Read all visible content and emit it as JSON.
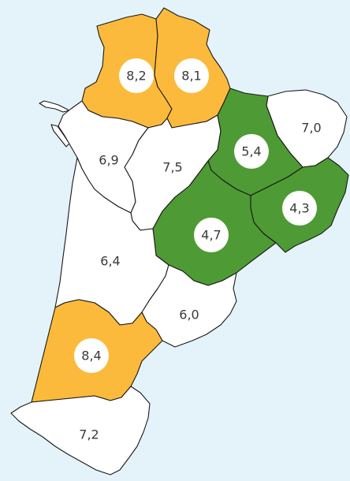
{
  "map": {
    "background": "#e4f3fa",
    "legend_colors": {
      "high": "#fbba3c",
      "low": "#4e9a34",
      "mid": "#ffffff"
    },
    "departments": [
      {
        "key": "vienne",
        "value": "8,2",
        "category": "high"
      },
      {
        "key": "deux-sevres",
        "value": "8,1",
        "category": "high"
      },
      {
        "key": "charente-maritime",
        "value": "6,9",
        "category": "mid"
      },
      {
        "key": "charente",
        "value": "7,5",
        "category": "mid"
      },
      {
        "key": "haute-vienne",
        "value": "5,4",
        "category": "low"
      },
      {
        "key": "creuse",
        "value": "7,0",
        "category": "mid"
      },
      {
        "key": "correze",
        "value": "4,3",
        "category": "low"
      },
      {
        "key": "dordogne",
        "value": "4,7",
        "category": "low"
      },
      {
        "key": "gironde",
        "value": "6,4",
        "category": "mid"
      },
      {
        "key": "lot-et-garonne",
        "value": "6,0",
        "category": "mid"
      },
      {
        "key": "landes",
        "value": "8,4",
        "category": "high"
      },
      {
        "key": "pyrenees-atlantiques",
        "value": "7,2",
        "category": "mid"
      }
    ]
  }
}
